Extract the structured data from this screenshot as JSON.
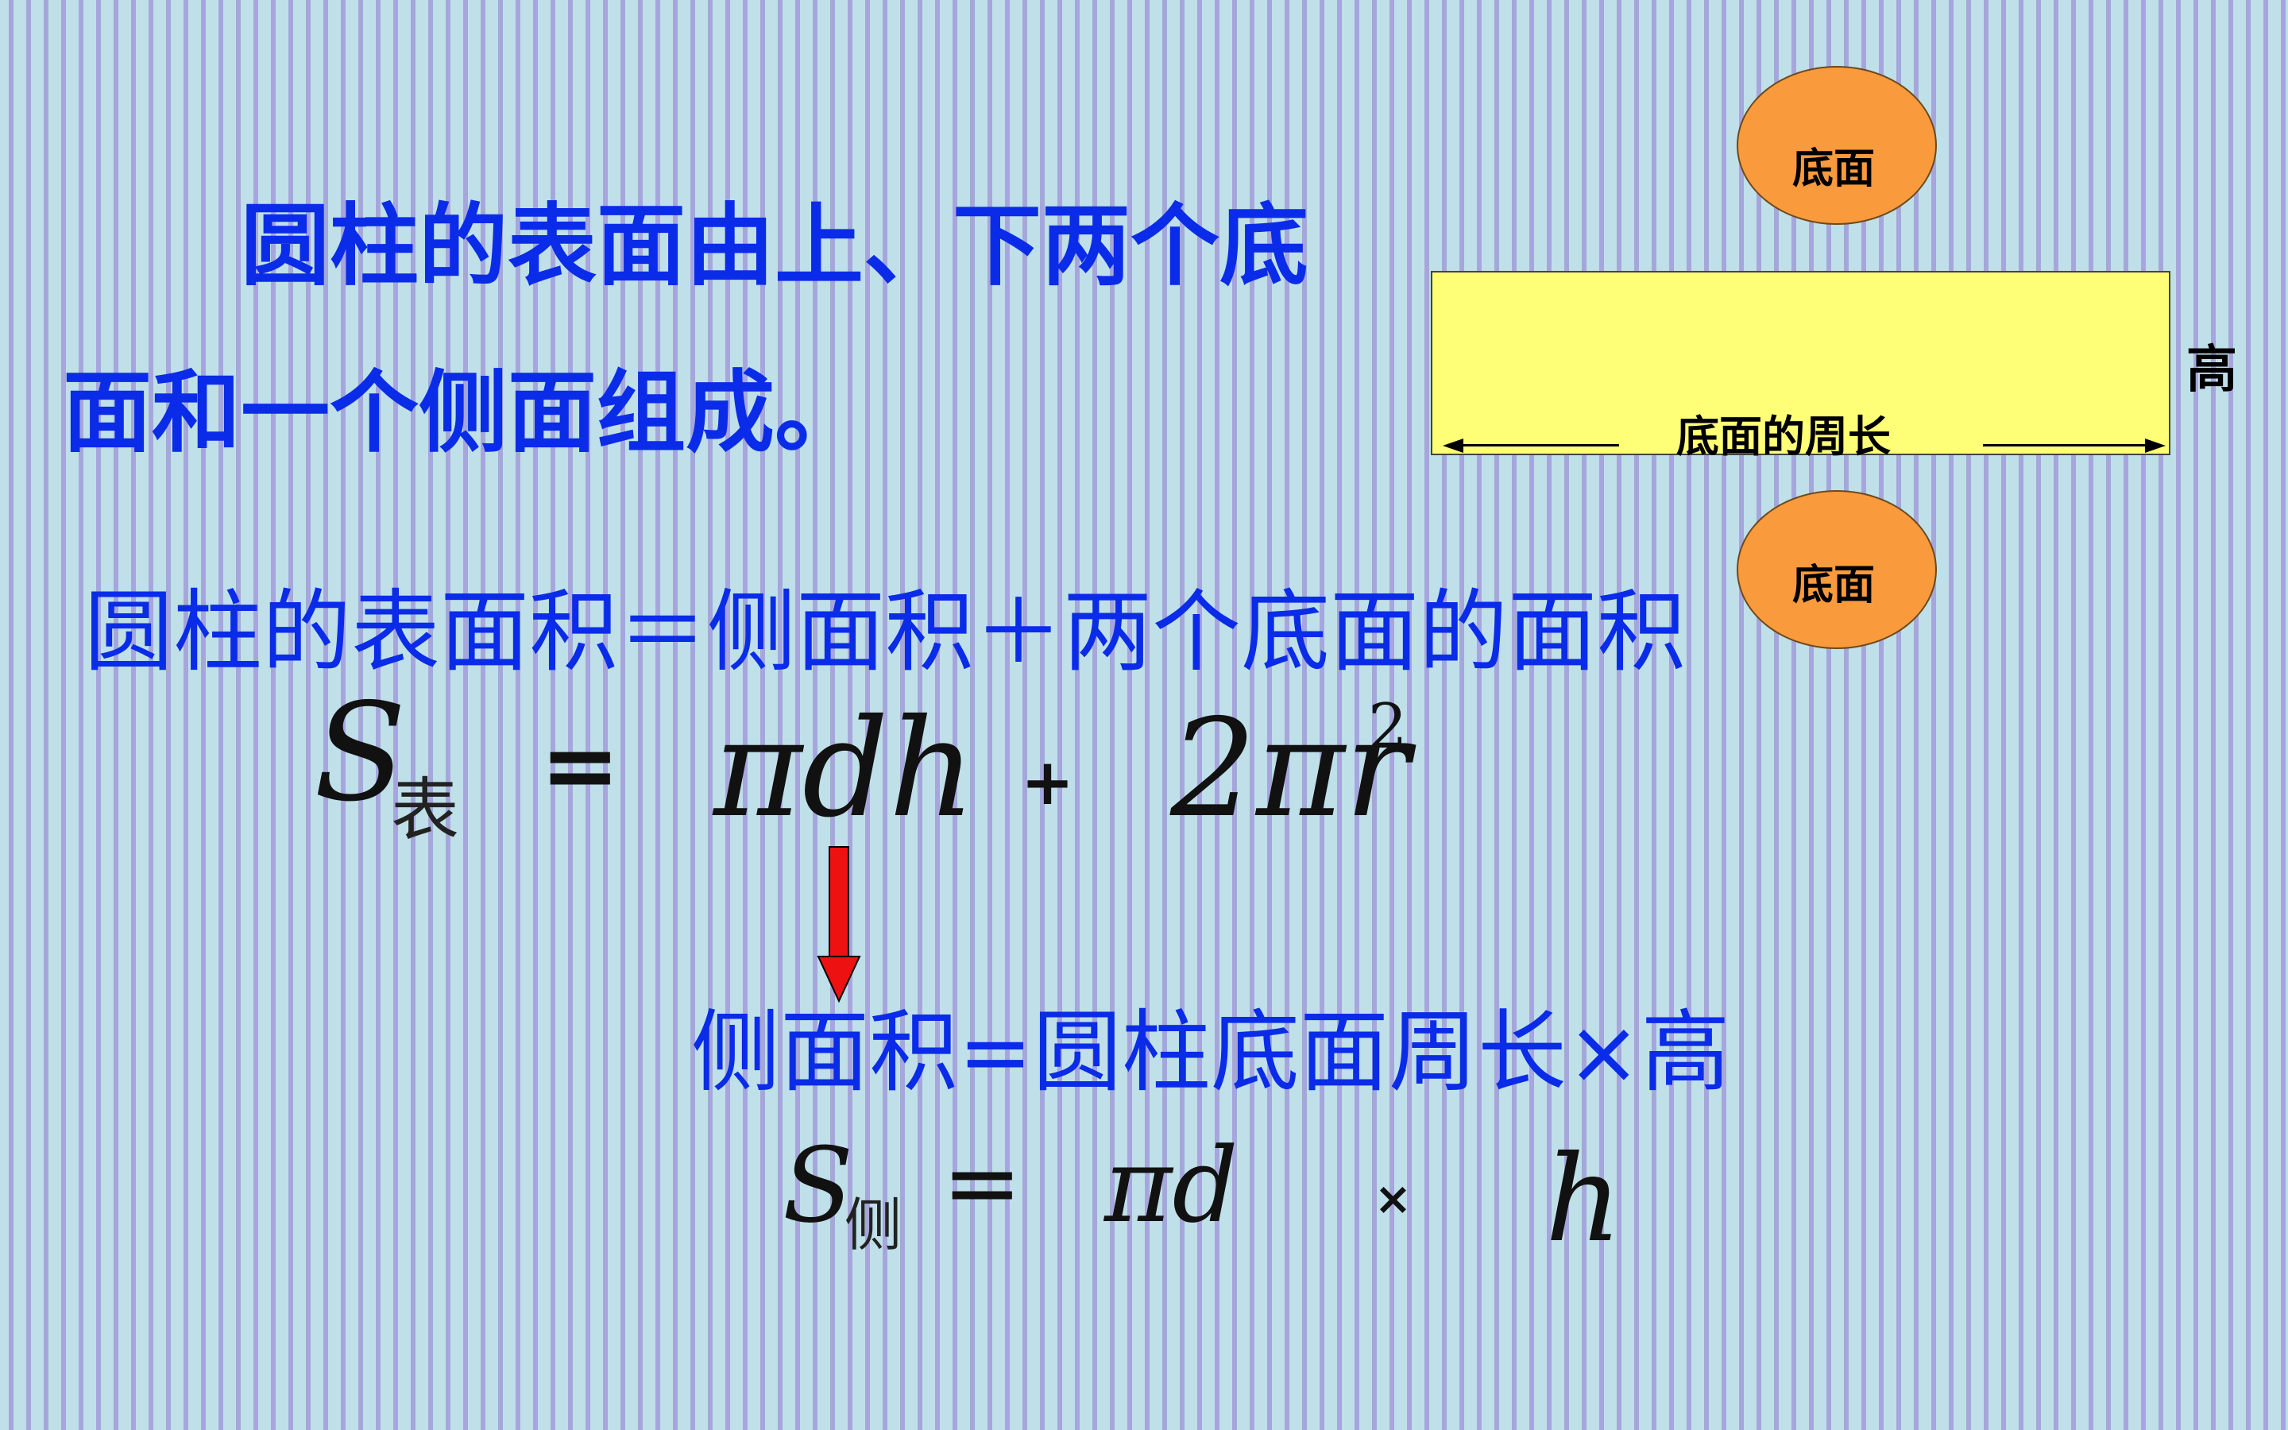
{
  "intro": {
    "line1": "圆柱的表面由上、下两个底",
    "line2": "面和一个侧面组成。"
  },
  "diagram": {
    "top_base_label": "底面",
    "bottom_base_label": "底面",
    "rect_bottom_label": "底面的周长",
    "rect_side_label": "高",
    "colors": {
      "base_fill": "#f99a3c",
      "rect_fill": "#ffff77"
    }
  },
  "surface_formula": {
    "text": "圆柱的表面积＝侧面积＋两个底面的面积",
    "S": "S",
    "S_sub": "表",
    "eq": "=",
    "term1": "πdh",
    "plus": "+",
    "term2_coef": "2πr",
    "term2_exp": "2"
  },
  "lateral_formula": {
    "text": "侧面积=圆柱底面周长×高",
    "S": "S",
    "S_sub": "侧",
    "eq": "=",
    "term1": "πd",
    "times": "×",
    "term2": "h"
  },
  "colors": {
    "text_blue": "#0a2ce8",
    "arrow_red": "#ee1111"
  }
}
